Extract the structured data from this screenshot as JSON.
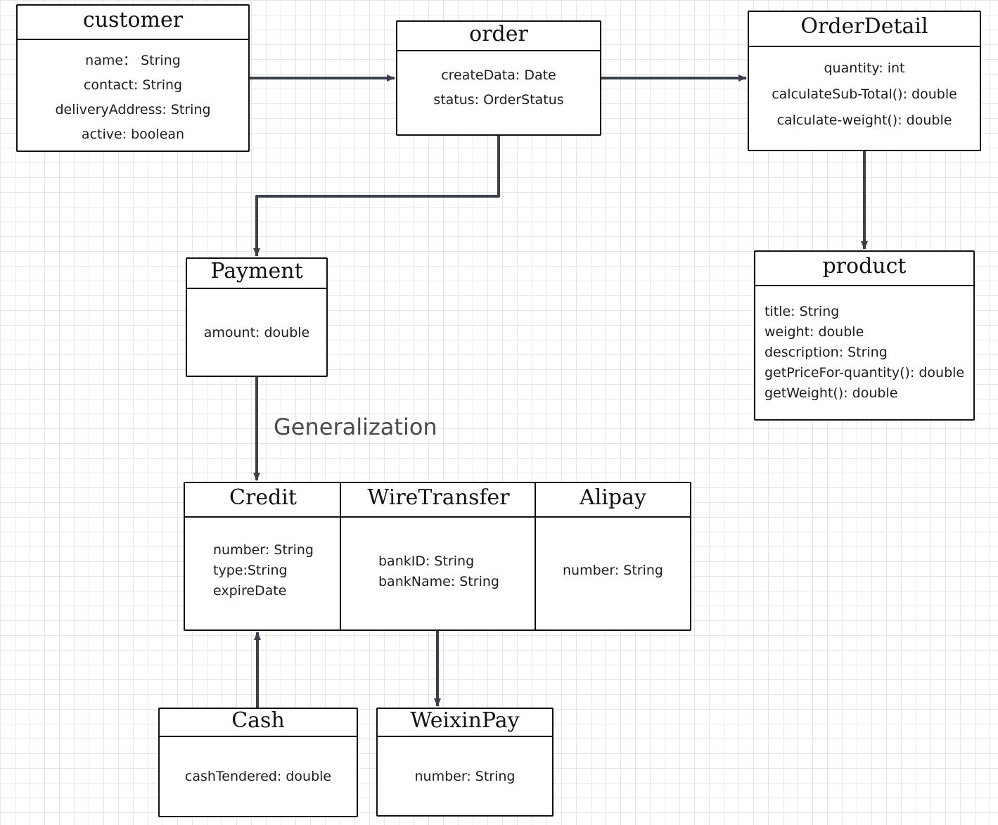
{
  "classes": {
    "customer": {
      "name": "customer",
      "attributes": [
        "name： String",
        "contact:  String",
        "deliveryAddress: String",
        "active:  boolean"
      ]
    },
    "order": {
      "name": "order",
      "attributes": [
        "createData: Date",
        "status: OrderStatus"
      ]
    },
    "orderdetail": {
      "name": "OrderDetail",
      "attributes": [
        "quantity: int",
        "calculateSub-Total(): double",
        "calculate-weight(): double"
      ]
    },
    "product": {
      "name": "product",
      "attributes": [
        "title: String",
        "weight: double",
        "description: String",
        "getPriceFor-quantity(): double",
        "getWeight(): double"
      ]
    },
    "payment": {
      "name": "Payment",
      "attributes": [
        "amount: double"
      ]
    },
    "credit": {
      "name": "Credit",
      "attributes": [
        "number: String",
        "type:String",
        "expireDate"
      ]
    },
    "wiretransfer": {
      "name": "WireTransfer",
      "attributes": [
        "bankID: String",
        "bankName: String"
      ]
    },
    "alipay": {
      "name": "Alipay",
      "attributes": [
        "number: String"
      ]
    },
    "cash": {
      "name": "Cash",
      "attributes": [
        "cashTendered: double"
      ]
    },
    "weixinpay": {
      "name": "WeixinPay",
      "attributes": [
        "number: String"
      ]
    }
  },
  "labels": {
    "generalization": "Generalization"
  },
  "colors": {
    "connector": "#3b404a",
    "border": "#111111",
    "grid": "#e6e6e6",
    "label": "#4a4a4a"
  }
}
